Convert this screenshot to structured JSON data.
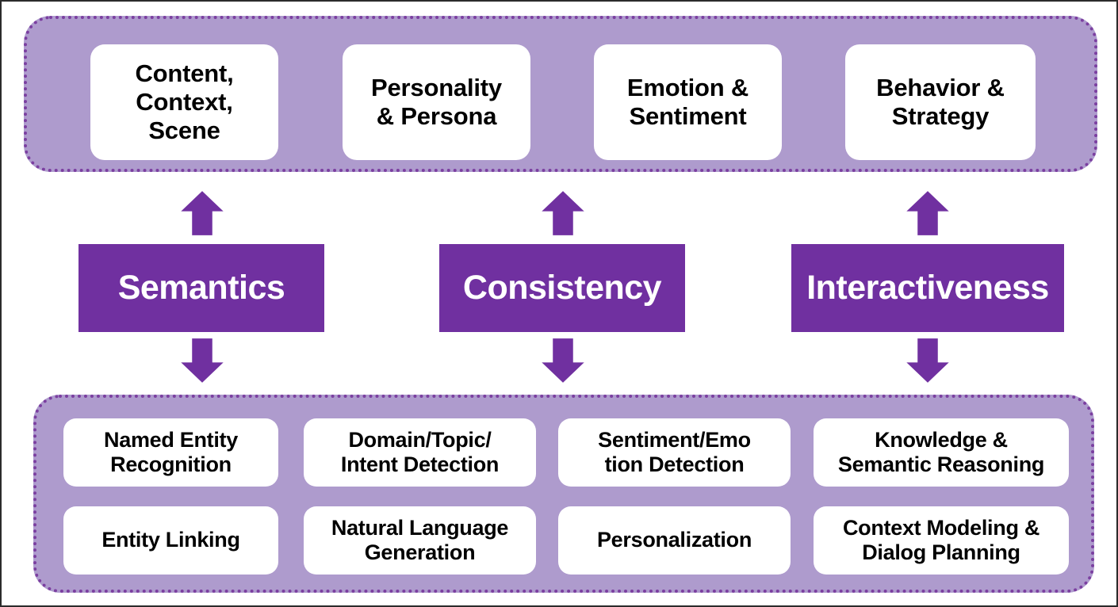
{
  "colors": {
    "band_fill": "#ae9bcd",
    "band_border": "#7b3fa0",
    "pillar_fill": "#7030A0",
    "card_fill": "#ffffff",
    "card_text": "#000000",
    "pillar_text": "#ffffff",
    "frame": "#2b2b2b"
  },
  "top_band": {
    "cards": [
      {
        "label": "Content,\nContext,\nScene"
      },
      {
        "label": "Personality\n& Persona"
      },
      {
        "label": "Emotion &\nSentiment"
      },
      {
        "label": "Behavior &\nStrategy"
      }
    ]
  },
  "pillars": [
    {
      "label": "Semantics"
    },
    {
      "label": "Consistency"
    },
    {
      "label": "Interactiveness"
    }
  ],
  "arrows": {
    "up_icon": "arrow-up-icon",
    "down_icon": "arrow-down-icon",
    "up_count": 3,
    "down_count": 3
  },
  "bottom_band": {
    "columns": [
      {
        "top": "Named Entity\nRecognition",
        "bottom": "Entity Linking"
      },
      {
        "top": "Domain/Topic/\nIntent Detection",
        "bottom": "Natural Language\nGeneration"
      },
      {
        "top": "Sentiment/Emo\ntion Detection",
        "bottom": "Personalization"
      },
      {
        "top": "Knowledge &\nSemantic Reasoning",
        "bottom": "Context Modeling &\nDialog Planning"
      }
    ]
  }
}
